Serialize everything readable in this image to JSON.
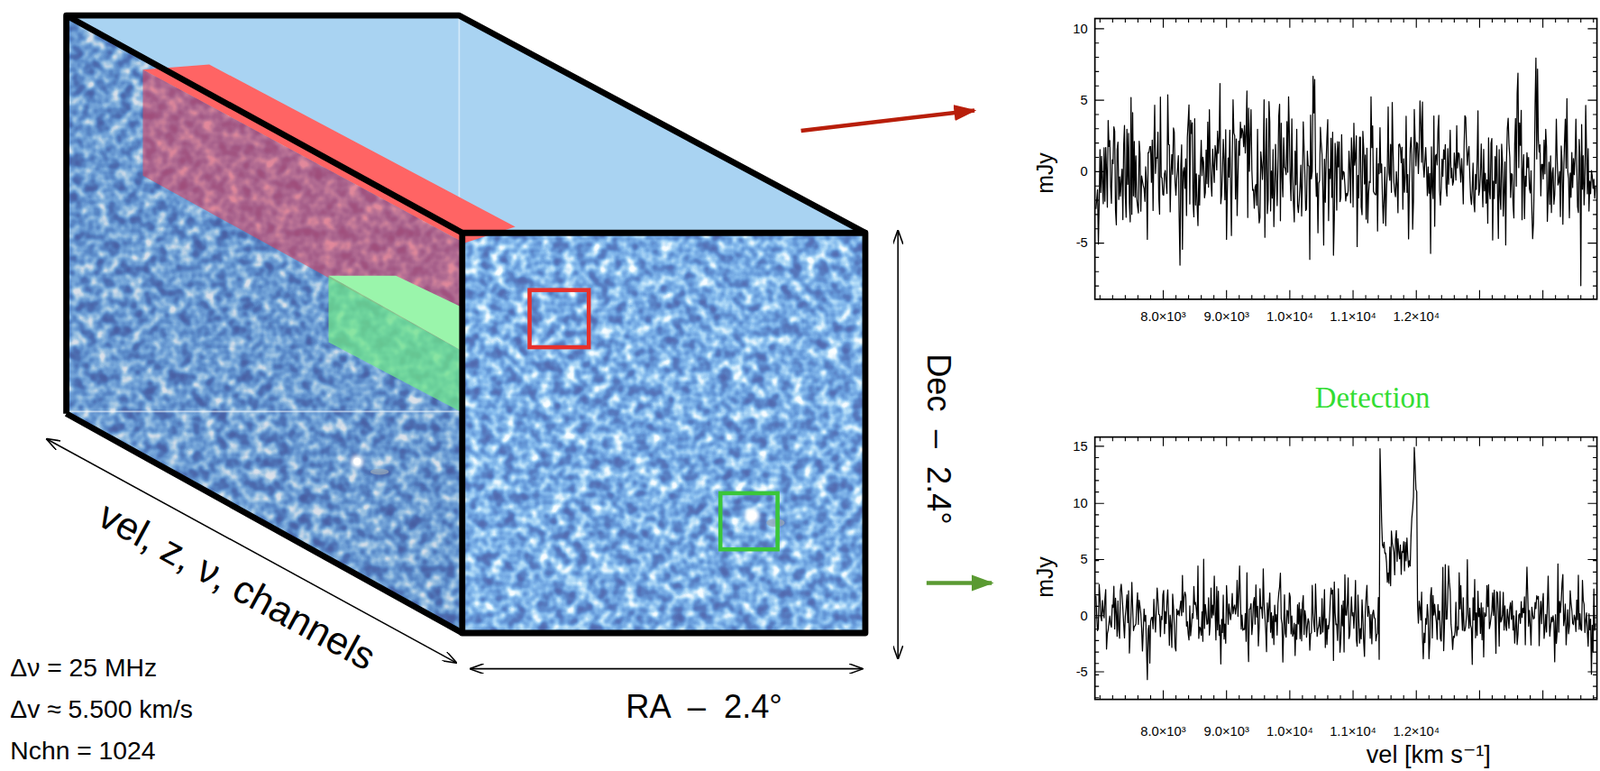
{
  "diagram": {
    "labels": [
      "vel, z, ν, channels",
      "Δν = 25 MHz",
      "Δv ≈ 5.500 km/s",
      "Nchn = 1024",
      "RA  –  2.4°",
      "Dec  –  2.4°",
      "Detection",
      "mJy",
      "10",
      "5",
      "0",
      "-5",
      "8.0×10³",
      "9.0×10³",
      "1.0×10⁴",
      "1.1×10⁴",
      "1.2×10⁴",
      "mJy",
      "15",
      "10",
      "5",
      "0",
      "-5",
      "8.0×10³",
      "9.0×10³",
      "1.0×10⁴",
      "1.1×10⁴",
      "1.2×10⁴",
      "vel [km s⁻¹]"
    ]
  }
}
